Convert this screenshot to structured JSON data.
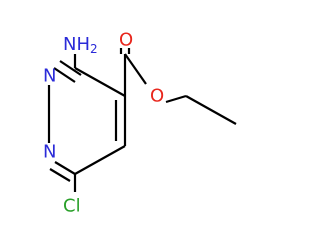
{
  "molecule": {
    "atoms": {
      "amino": {
        "main": "NH",
        "sub": "2",
        "color": "#2b2bd8"
      },
      "ring_n_upper": {
        "text": "N",
        "color": "#2b2bd8"
      },
      "ring_n_lower": {
        "text": "N",
        "color": "#2b2bd8"
      },
      "carbonyl_o": {
        "text": "O",
        "color": "#e8261c"
      },
      "ester_o": {
        "text": "O",
        "color": "#e8261c"
      },
      "chlorine": {
        "text": "Cl",
        "color": "#2aa02a"
      }
    }
  }
}
